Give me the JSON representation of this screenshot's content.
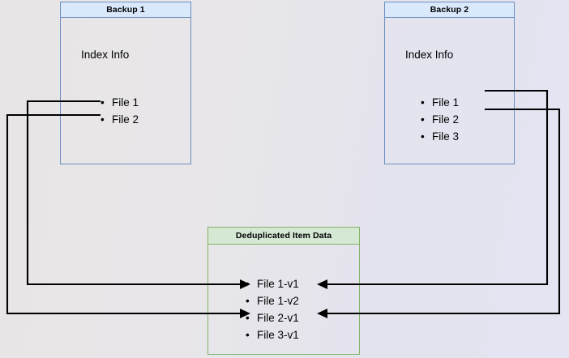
{
  "diagram": {
    "title": "Backup deduplication index diagram",
    "background_gradient_from": "#e7e5e6",
    "background_gradient_to": "#e3e5f3",
    "blue_border": "#6c8ebf",
    "blue_fill": "#dae8fc",
    "green_border": "#82b366",
    "green_fill": "#d5e8d4",
    "wire_color": "#000000"
  },
  "backup1": {
    "header": "Backup 1",
    "index_label": "Index Info",
    "files": [
      {
        "label": "File 1"
      },
      {
        "label": "File 2"
      }
    ]
  },
  "backup2": {
    "header": "Backup 2",
    "index_label": "Index Info",
    "files": [
      {
        "label": "File 1"
      },
      {
        "label": "File 2"
      },
      {
        "label": "File 3"
      }
    ]
  },
  "dedup": {
    "header": "Deduplicated Item Data",
    "items": [
      {
        "label": "File 1-v1"
      },
      {
        "label": "File 1-v2"
      },
      {
        "label": "File 2-v1"
      },
      {
        "label": "File 3-v1"
      }
    ]
  },
  "connectors": [
    {
      "name": "backup1-file1-to-file1v1",
      "from": "Backup 1 / File 1",
      "to": "Deduplicated Item Data / File 1-v1",
      "direction": "left-route"
    },
    {
      "name": "backup1-file2-to-file2v1",
      "from": "Backup 1 / File 2",
      "to": "Deduplicated Item Data / File 2-v1",
      "direction": "left-route"
    },
    {
      "name": "backup2-file1-to-file1v2",
      "from": "Backup 2 / File 1",
      "to": "Deduplicated Item Data / File 1-v2",
      "direction": "right-route"
    },
    {
      "name": "backup2-file2-to-file2v1",
      "from": "Backup 2 / File 2",
      "to": "Deduplicated Item Data / File 2-v1",
      "direction": "right-route"
    }
  ]
}
